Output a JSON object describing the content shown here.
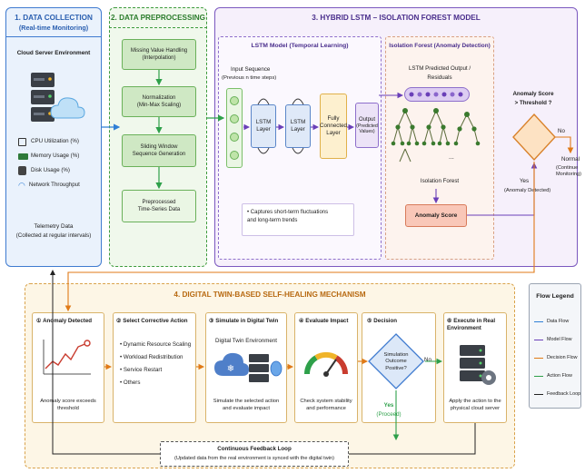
{
  "section1": {
    "title": "1. DATA COLLECTION",
    "subtitle": "(Real-time Monitoring)",
    "env_label": "Cloud Server Environment",
    "metrics": [
      "CPU Utilization (%)",
      "Memory Usage (%)",
      "Disk Usage (%)",
      "Network Throughput"
    ],
    "telemetry": "Telemetry Data",
    "telemetry_sub": "(Collected at regular intervals)"
  },
  "section2": {
    "title": "2. DATA PREPROCESSING",
    "steps": [
      {
        "label": "Missing Value Handling",
        "sub": "(Interpolation)"
      },
      {
        "label": "Normalization",
        "sub": "(Min-Max Scaling)"
      },
      {
        "label": "Sliding Window",
        "sub": "Sequence Generation"
      },
      {
        "label": "Preprocessed",
        "sub": "Time-Series Data"
      }
    ]
  },
  "section3": {
    "title": "3. HYBRID LSTM – ISOLATION FOREST MODEL",
    "lstm_title": "LSTM Model (Temporal Learning)",
    "input_seq": "Input Sequence",
    "input_seq_sub": "(Previous n time steps)",
    "lstm_layer": "LSTM\nLayer",
    "fc_layer": "Fully\nConnected\nLayer",
    "output": "Output",
    "output_sub": "(Predicted Values)",
    "note": "• Captures short-term fluctuations\n  and long-term trends",
    "if_title": "Isolation Forest (Anomaly Detection)",
    "if_input": "LSTM Predicted Output /",
    "if_input_sub": "Residuals",
    "if_label": "Isolation Forest",
    "ellipsis": "...",
    "score": "Anomaly Score",
    "decision_q": "Anomaly Score",
    "decision_q2": "> Threshold ?",
    "no": "No",
    "normal": "Normal",
    "normal_sub": "(Continue Monitoring)",
    "yes": "Yes",
    "yes_sub": "(Anomaly Detected)"
  },
  "section4": {
    "title": "4. DIGITAL TWIN-BASED SELF-HEALING MECHANISM",
    "steps": [
      {
        "num": "①",
        "title": "Anomaly Detected",
        "desc": "Anomaly score exceeds threshold"
      },
      {
        "num": "②",
        "title": "Select Corrective Action",
        "items": [
          "Dynamic Resource Scaling",
          "Workload Redistribution",
          "Service Restart",
          "Others"
        ]
      },
      {
        "num": "③",
        "title": "Simulate in Digital Twin",
        "sub": "Digital Twin Environment",
        "desc": "Simulate the selected action and evaluate impact"
      },
      {
        "num": "④",
        "title": "Evaluate Impact",
        "desc": "Check system stability and performance"
      },
      {
        "num": "⑤",
        "title": "Decision",
        "diamond": "Simulation Outcome Positive?",
        "no": "No",
        "yes": "Yes",
        "yes_sub": "(Proceed)"
      },
      {
        "num": "⑥",
        "title": "Execute in Real Environment",
        "desc": "Apply the action to the physical cloud server"
      }
    ],
    "feedback": "Continuous Feedback Loop",
    "feedback_sub": "(Updated data from the real environment is synced with the digital twin)"
  },
  "legend": {
    "title": "Flow Legend",
    "items": [
      {
        "label": "Data Flow",
        "color": "#2f7fd6"
      },
      {
        "label": "Model Flow",
        "color": "#6a3fb8"
      },
      {
        "label": "Decision Flow",
        "color": "#e07a17"
      },
      {
        "label": "Action Flow",
        "color": "#2ea04a"
      },
      {
        "label": "Feedback Loop",
        "color": "#222222"
      }
    ]
  },
  "colors": {
    "blue": "#2f6fc7",
    "green": "#3c9a3c",
    "purple": "#6a3fb8",
    "orange": "#d9822b",
    "red": "#c93c2f"
  }
}
